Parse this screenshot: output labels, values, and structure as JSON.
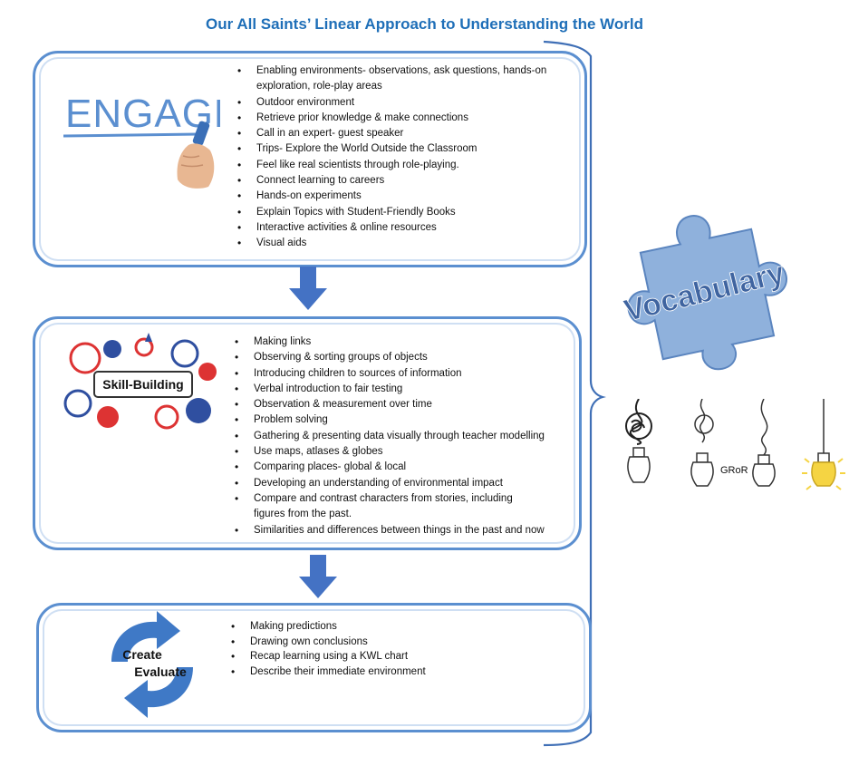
{
  "title": "Our All Saints’ Linear Approach to Understanding the World",
  "engage": {
    "logo_text": "ENGAGE",
    "items": [
      "Enabling environments- observations, ask questions, hands-on exploration, role-play areas",
      "Outdoor environment",
      "Retrieve prior knowledge & make connections",
      "Call in an expert- guest speaker",
      "Trips- Explore the World Outside the Classroom",
      "Feel like real scientists through role-playing.",
      "Connect learning to careers",
      "Hands-on experiments",
      "Explain Topics with Student-Friendly Books",
      "Interactive activities & online resources",
      "Visual aids"
    ]
  },
  "skill": {
    "logo_text": "Skill-Building",
    "items": [
      "Making links",
      "Observing & sorting groups of objects",
      "Introducing children to sources of information",
      "Verbal introduction to fair testing",
      "Observation & measurement over time",
      "Problem solving",
      "Gathering & presenting data visually through teacher modelling",
      "Use maps, atlases & globes",
      "Comparing places- global & local",
      "Developing an understanding of environmental impact",
      "Compare and contrast characters from stories, including figures from the past.",
      "Similarities and differences between things in the past and now"
    ]
  },
  "create": {
    "logo_line1": "Create",
    "logo_line2": "Evaluate",
    "items": [
      "Making predictions",
      "Drawing own conclusions",
      "Recap learning using a KWL chart",
      "Describe their immediate environment"
    ]
  },
  "side": {
    "puzzle_text": "Vocabulary",
    "bulb_label": "GRoR"
  },
  "colors": {
    "title": "#1f6fb8",
    "border": "#5b8fd0",
    "arrow": "#4472c4",
    "puzzle": "#7fa6d6",
    "bulb_lit": "#f5d443"
  }
}
